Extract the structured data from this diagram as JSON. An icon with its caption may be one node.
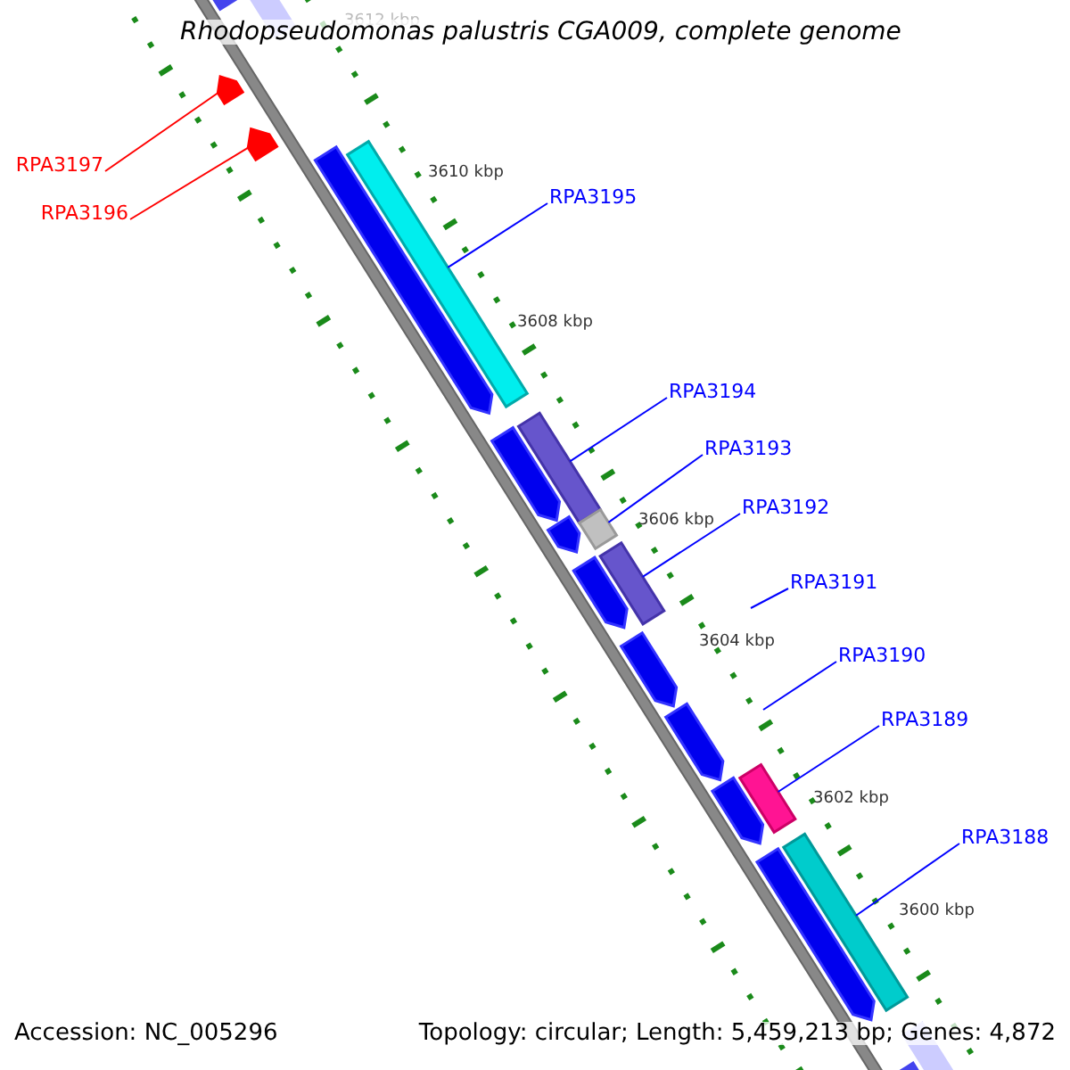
{
  "diagram": {
    "title": "Rhodopseudomonas palustris CGA009, complete genome",
    "nodes": [
      {
        "text": [
          "RPA3197"
        ]
      },
      {
        "text": [],
        "shape": "bar"
      },
      {
        "text": [
          "RPA3196"
        ]
      },
      {
        "text": [],
        "shape": "bar"
      },
      {
        "text": [
          "RPA3195"
        ]
      },
      {
        "text": [],
        "shape": "bar"
      },
      {
        "text": [
          "RPA3194"
        ]
      },
      {
        "text": [],
        "shape": "bar"
      },
      {
        "text": [
          "RPA3193"
        ]
      },
      {
        "text": [],
        "shape": "bar"
      },
      {
        "text": [
          "RPA3192"
        ]
      },
      {
        "text": [],
        "shape": "bar"
      },
      {
        "text": [
          "RPA3191"
        ]
      },
      {
        "text": [
          "RPA3190"
        ]
      },
      {
        "text": [
          "RPA3189"
        ]
      },
      {
        "text": [],
        "shape": "bar"
      },
      {
        "text": [
          "RPA3188"
        ]
      },
      {
        "text": [],
        "shape": "bar"
      },
      {
        "text": [],
        "shape": "bar"
      },
      {
        "text": [],
        "shape": "bar"
      },
      {
        "text": [],
        "shape": "bar"
      },
      {
        "text": [],
        "shape": "bar"
      },
      {
        "text": [],
        "shape": "bar"
      },
      {
        "text": [],
        "shape": "bar"
      },
      {
        "text": [],
        "shape": "bar"
      },
      {
        "text": [],
        "shape": "bar"
      },
      {
        "text": [],
        "shape": "bar"
      },
      {
        "text": [],
        "shape": "bar"
      }
    ],
    "edges": [
      {
        "from": 0,
        "to": 1,
        "arrow": "none",
        "color": "#ff0000"
      },
      {
        "from": 2,
        "to": 3,
        "arrow": "none",
        "color": "#ff0000"
      },
      {
        "from": 4,
        "to": 5,
        "arrow": "none"
      },
      {
        "from": 6,
        "to": 7,
        "arrow": "none"
      },
      {
        "from": 8,
        "to": 9,
        "arrow": "none"
      },
      {
        "from": 10,
        "to": 11,
        "arrow": "none"
      },
      {
        "from": 12,
        "to": null,
        "arrow": "none"
      },
      {
        "from": 13,
        "to": null,
        "arrow": "none"
      },
      {
        "from": 14,
        "to": 15,
        "arrow": "none"
      },
      {
        "from": 16,
        "to": 17,
        "arrow": "none"
      }
    ],
    "labels": [
      "3612 kbp",
      "3610 kbp",
      "3608 kbp",
      "3606 kbp",
      "3604 kbp",
      "3602 kbp",
      "3600 kbp",
      "Accession: NC_005296",
      "Topology: circular; Length: 5,459,213 bp; Genes: 4,872"
    ]
  }
}
